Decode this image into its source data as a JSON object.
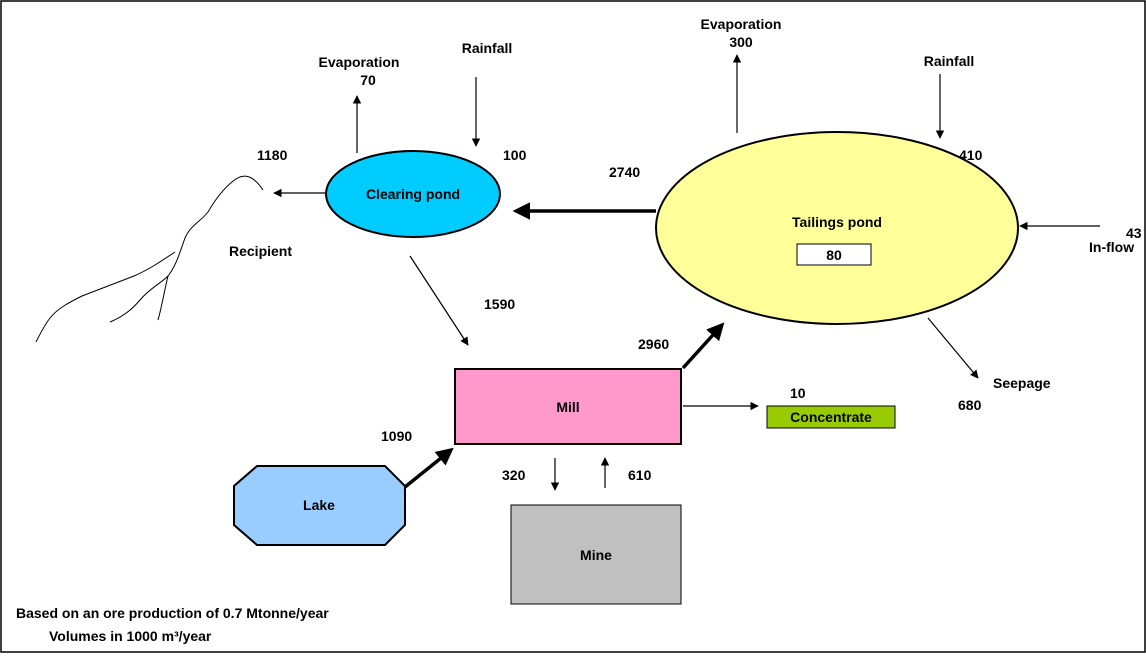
{
  "nodes": {
    "clearing_pond": "Clearing pond",
    "tailings_pond": "Tailings pond",
    "tailings_storage": "80",
    "mill": "Mill",
    "lake": "Lake",
    "mine": "Mine",
    "concentrate": "Concentrate",
    "recipient": "Recipient"
  },
  "flows": {
    "clearing_evaporation_label": "Evaporation",
    "clearing_evaporation_value": "70",
    "clearing_rainfall_label": "Rainfall",
    "clearing_rainfall_value": "100",
    "clearing_to_recipient": "1180",
    "tailings_to_clearing": "2740",
    "tailings_evaporation_label": "Evaporation",
    "tailings_evaporation_value": "300",
    "tailings_rainfall_label": "Rainfall",
    "tailings_rainfall_value": "410",
    "inflow_label": "In-flow",
    "inflow_value": "43",
    "seepage_label": "Seepage",
    "seepage_value": "680",
    "clearing_to_mill": "1590",
    "mill_to_tailings": "2960",
    "mill_to_concentrate": "10",
    "lake_to_mill": "1090",
    "mill_to_mine": "320",
    "mine_to_mill": "610"
  },
  "notes": {
    "line1": "Based on an ore production of 0.7 Mtonne/year",
    "line2": "Volumes in 1000 m³/year"
  },
  "colors": {
    "clearing_pond": "#00ccff",
    "tailings_pond": "#ffff99",
    "mill": "#ff99cc",
    "lake": "#99ccff",
    "mine": "#c0c0c0",
    "concentrate": "#99cc00"
  }
}
